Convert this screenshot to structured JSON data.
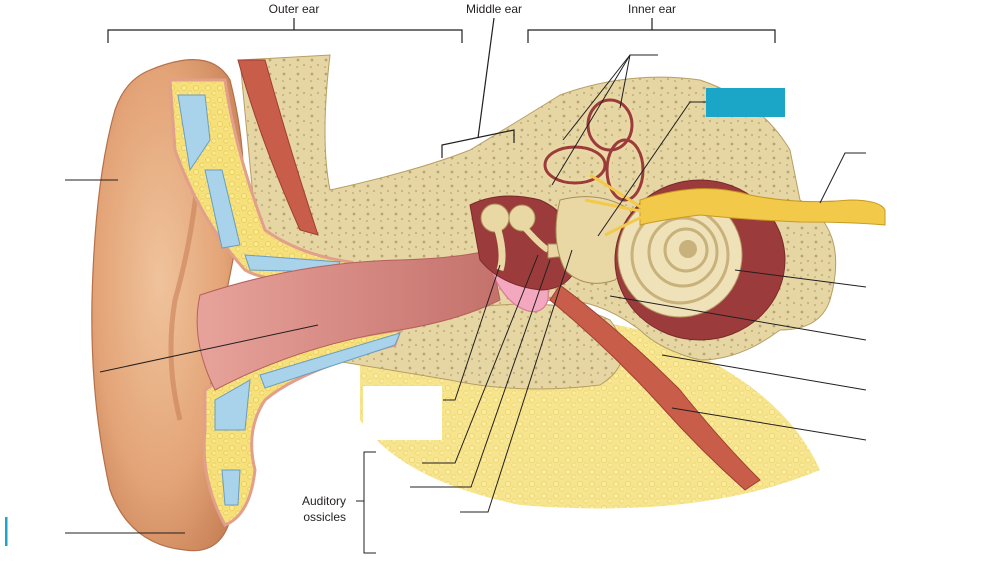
{
  "regions": {
    "outer_ear": "Outer ear",
    "middle_ear": "Middle ear",
    "inner_ear": "Inner ear"
  },
  "ossicles_label": {
    "line1": "Auditory",
    "line2": "ossicles"
  },
  "colors": {
    "highlight_box": "#1ba5c6",
    "skin": "#e3a477",
    "bone": "#e8d9a8",
    "canal": "#d98a84",
    "cartilage": "#a9d3ea",
    "muscle": "#c85d4a",
    "nerve": "#f3c94a"
  }
}
